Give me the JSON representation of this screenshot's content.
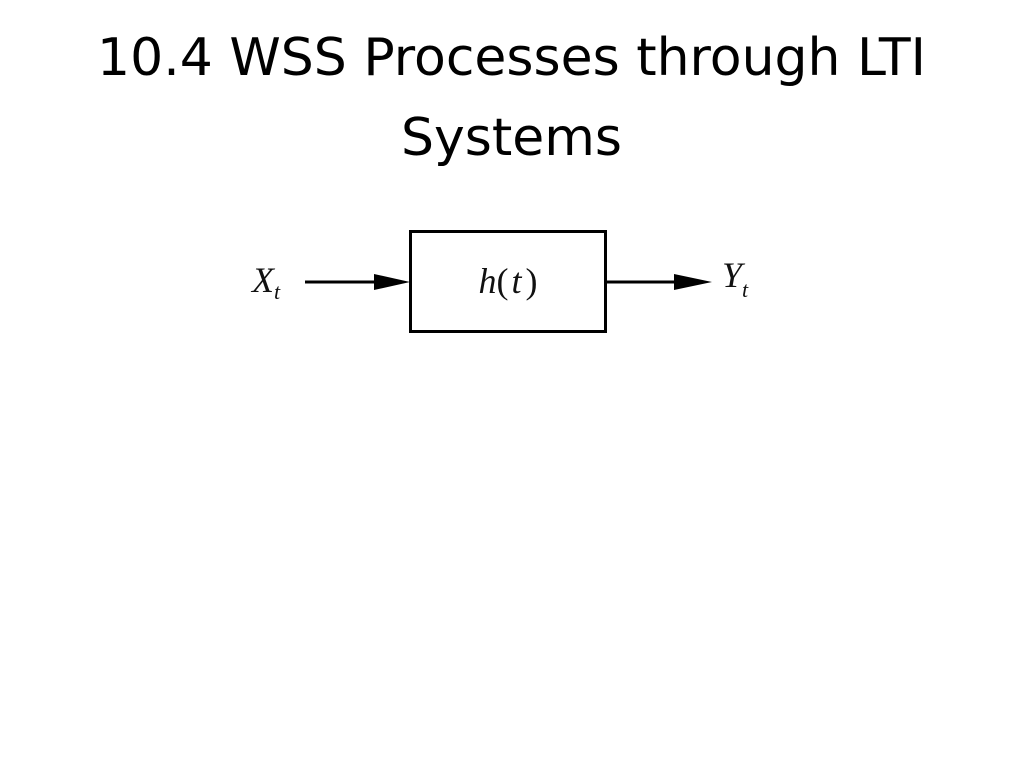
{
  "slide": {
    "title_line1": "10.4 WSS Processes through LTI",
    "title_line2": "Systems"
  },
  "diagram": {
    "input": {
      "symbol": "X",
      "subscript": "t"
    },
    "system": {
      "func": "h",
      "open": "(",
      "arg": "t",
      "close": ")"
    },
    "output": {
      "symbol": "Y",
      "subscript": "t"
    }
  },
  "colors": {
    "stroke": "#000000",
    "text": "#111111",
    "background": "#ffffff"
  },
  "icons": [
    "arrow-right-icon",
    "arrow-right-icon"
  ]
}
